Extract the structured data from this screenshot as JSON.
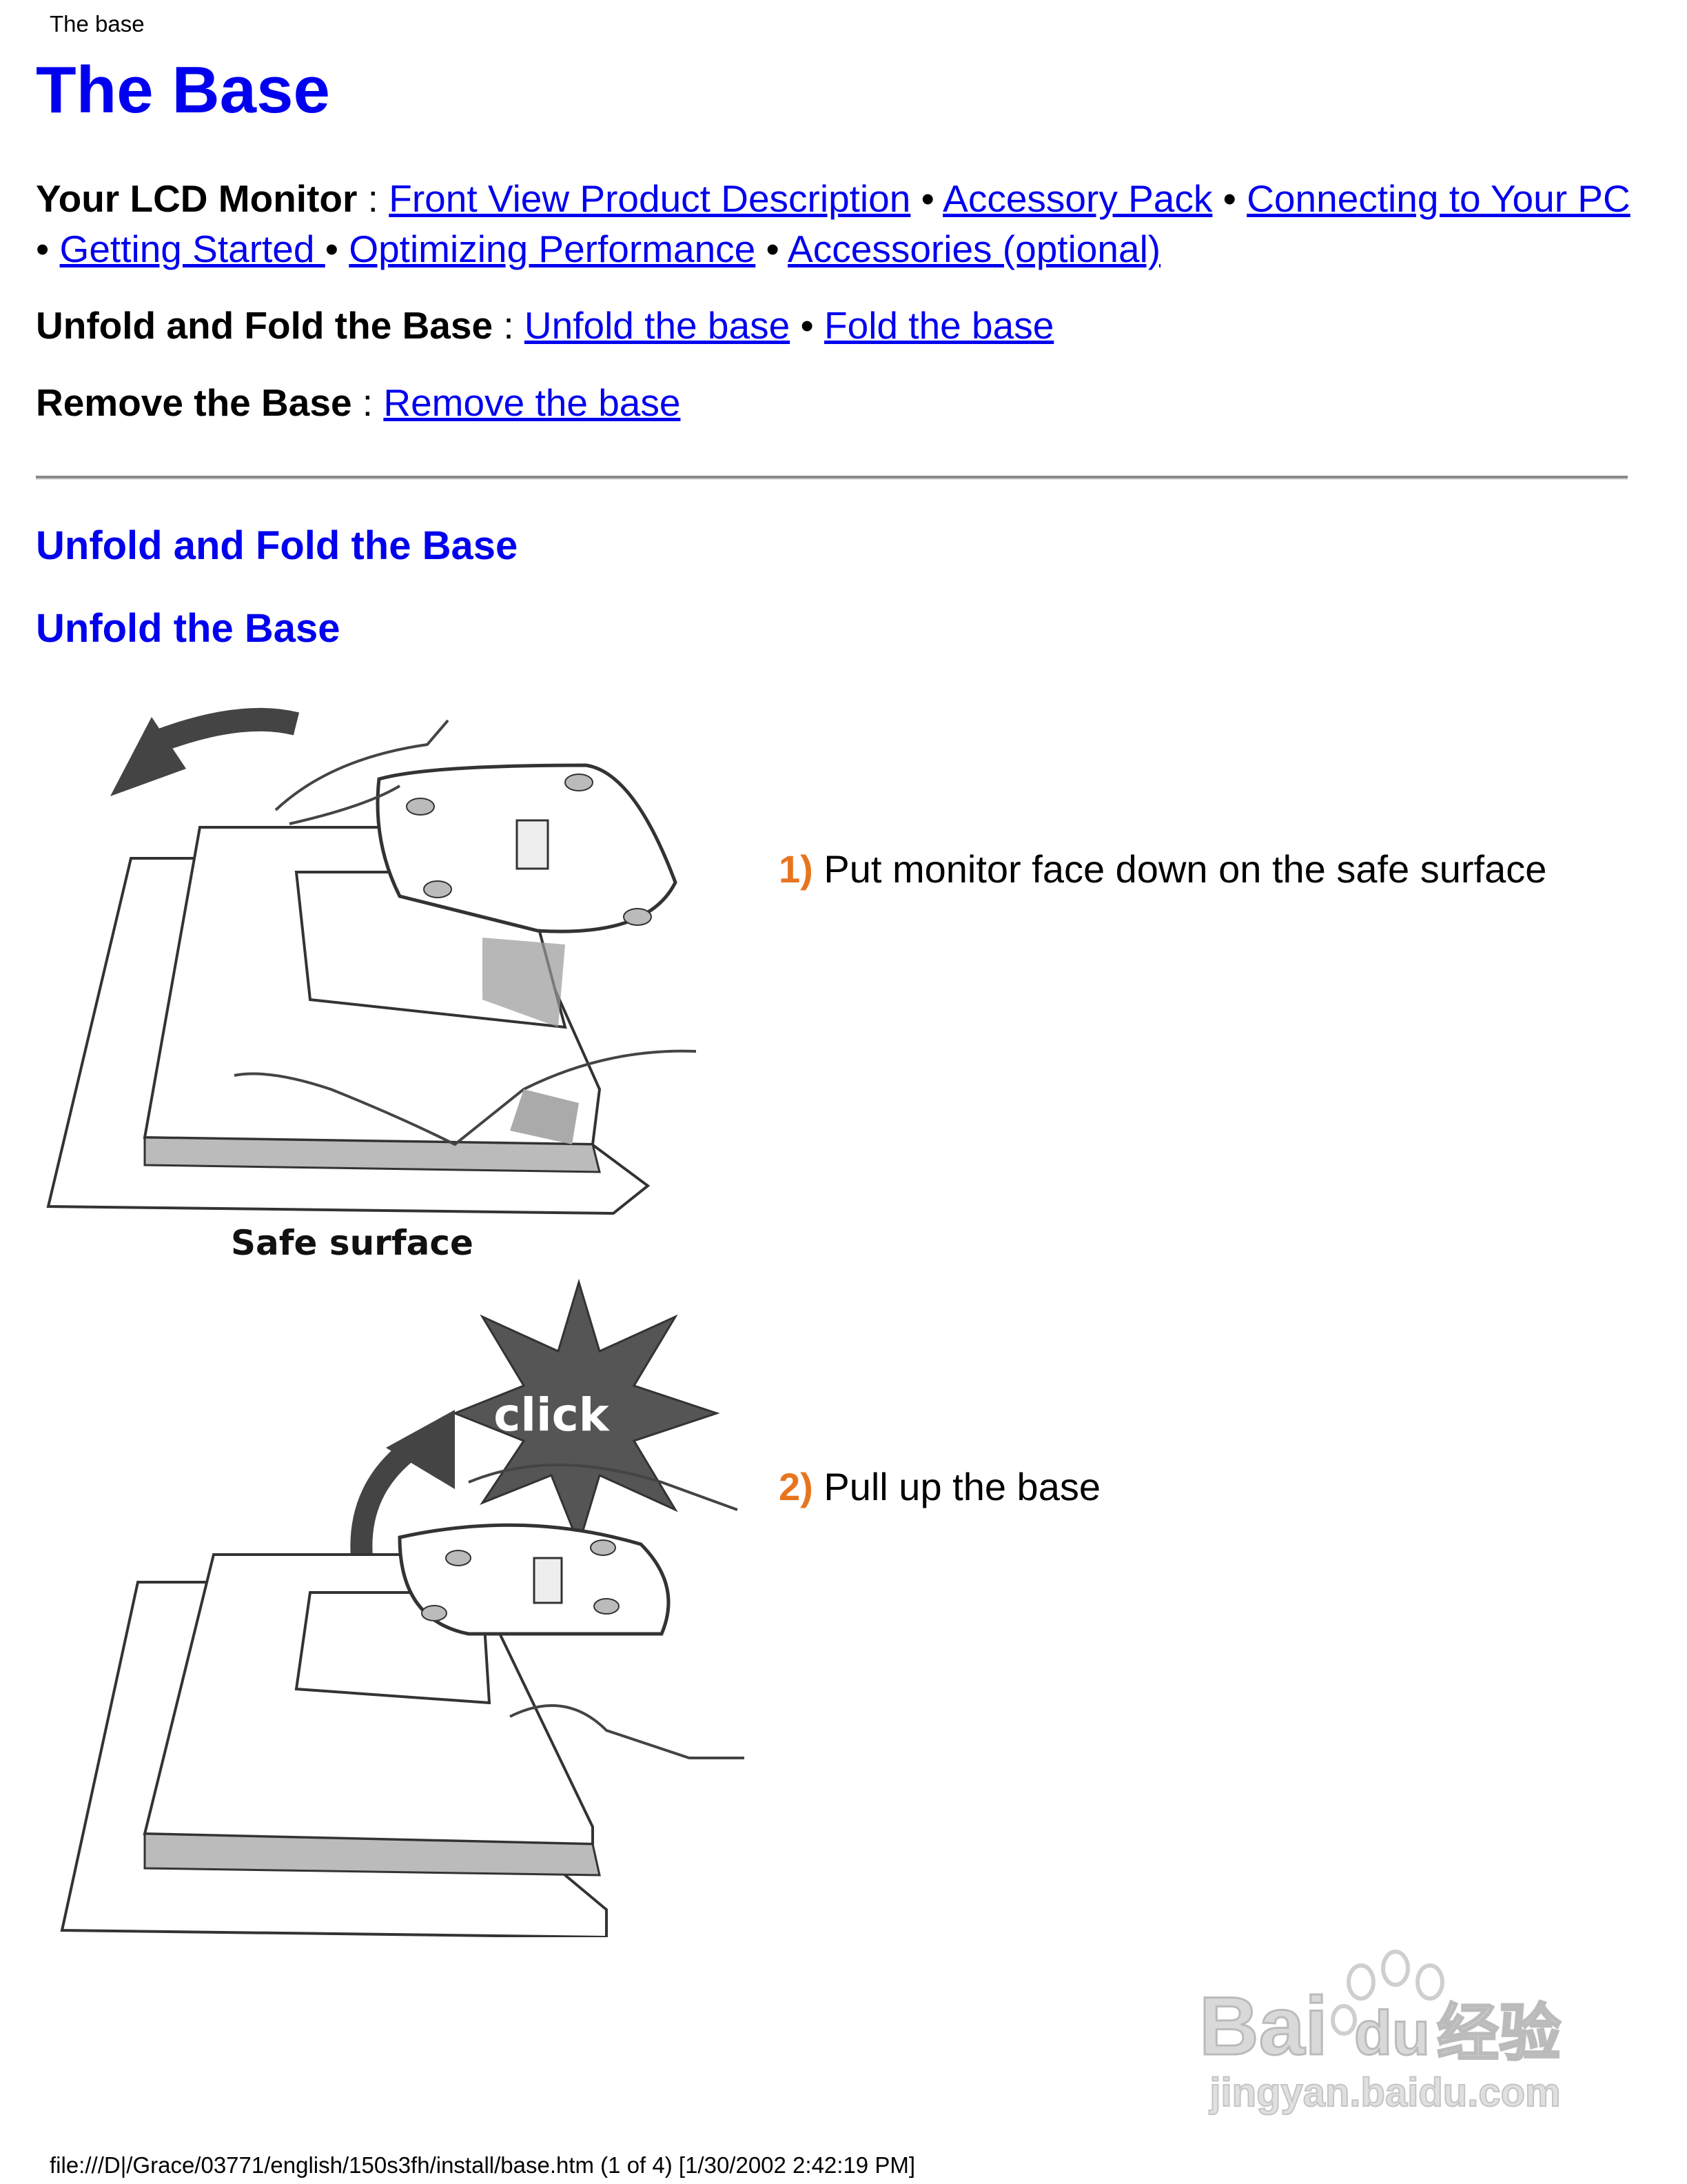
{
  "header": {
    "page_title": "The base"
  },
  "title": "The Base",
  "nav": {
    "lcd": {
      "label": "Your LCD Monitor",
      "sep": " : ",
      "links": [
        "Front View Product Description",
        "Accessory Pack",
        "Connecting to Your PC ",
        "Getting Started ",
        "Optimizing Performance",
        "Accessories (optional)"
      ]
    },
    "fold": {
      "label": "Unfold and Fold the Base",
      "sep": " : ",
      "links": [
        "Unfold the base",
        "Fold the base"
      ]
    },
    "remove": {
      "label": "Remove the Base",
      "sep": " : ",
      "links": [
        "Remove the base"
      ]
    },
    "bullet": " • "
  },
  "sections": {
    "h2": "Unfold and Fold the Base",
    "h3": "Unfold the Base"
  },
  "steps": [
    {
      "num": "1)",
      "text": " Put monitor face down on the safe surface"
    },
    {
      "num": "2)",
      "text": " Pull up the base"
    }
  ],
  "figures": {
    "fig1_caption": "Safe surface",
    "fig2_burst": "click"
  },
  "watermark": {
    "brand": "Bai",
    "brand2": "du",
    "cn": "经验",
    "url": "jingyan.baidu.com"
  },
  "footer": {
    "path": "file:///D|/Grace/03771/english/150s3fh/install/base.htm (1 of 4) [1/30/2002 2:42:19 PM]"
  },
  "colors": {
    "link": "#0000ee",
    "step_number": "#e8741e"
  }
}
